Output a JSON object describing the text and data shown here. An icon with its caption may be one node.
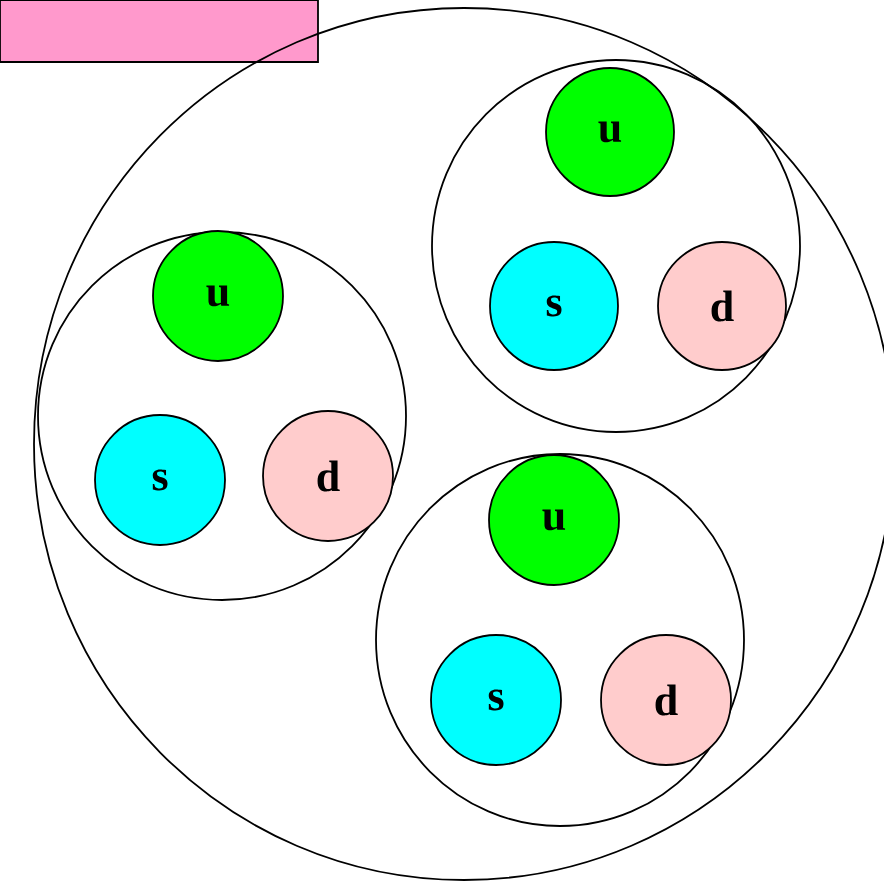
{
  "diagram": {
    "nodes": [
      {
        "text": [],
        "shape": "box"
      },
      {
        "text": [],
        "shape": "circle"
      },
      {
        "text": [],
        "shape": "circle",
        "in": 1
      },
      {
        "text": [
          "u"
        ],
        "in": 2
      },
      {
        "text": [
          "s"
        ],
        "in": 2
      },
      {
        "text": [
          "d"
        ],
        "in": 2
      },
      {
        "text": [],
        "shape": "circle",
        "in": 1
      },
      {
        "text": [
          "u"
        ],
        "in": 6
      },
      {
        "text": [
          "s"
        ],
        "in": 6
      },
      {
        "text": [
          "d"
        ],
        "in": 6
      },
      {
        "text": [],
        "shape": "circle",
        "in": 1
      },
      {
        "text": [
          "u"
        ],
        "in": 10
      },
      {
        "text": [
          "s"
        ],
        "in": 10
      },
      {
        "text": [
          "d"
        ],
        "in": 10
      }
    ]
  }
}
